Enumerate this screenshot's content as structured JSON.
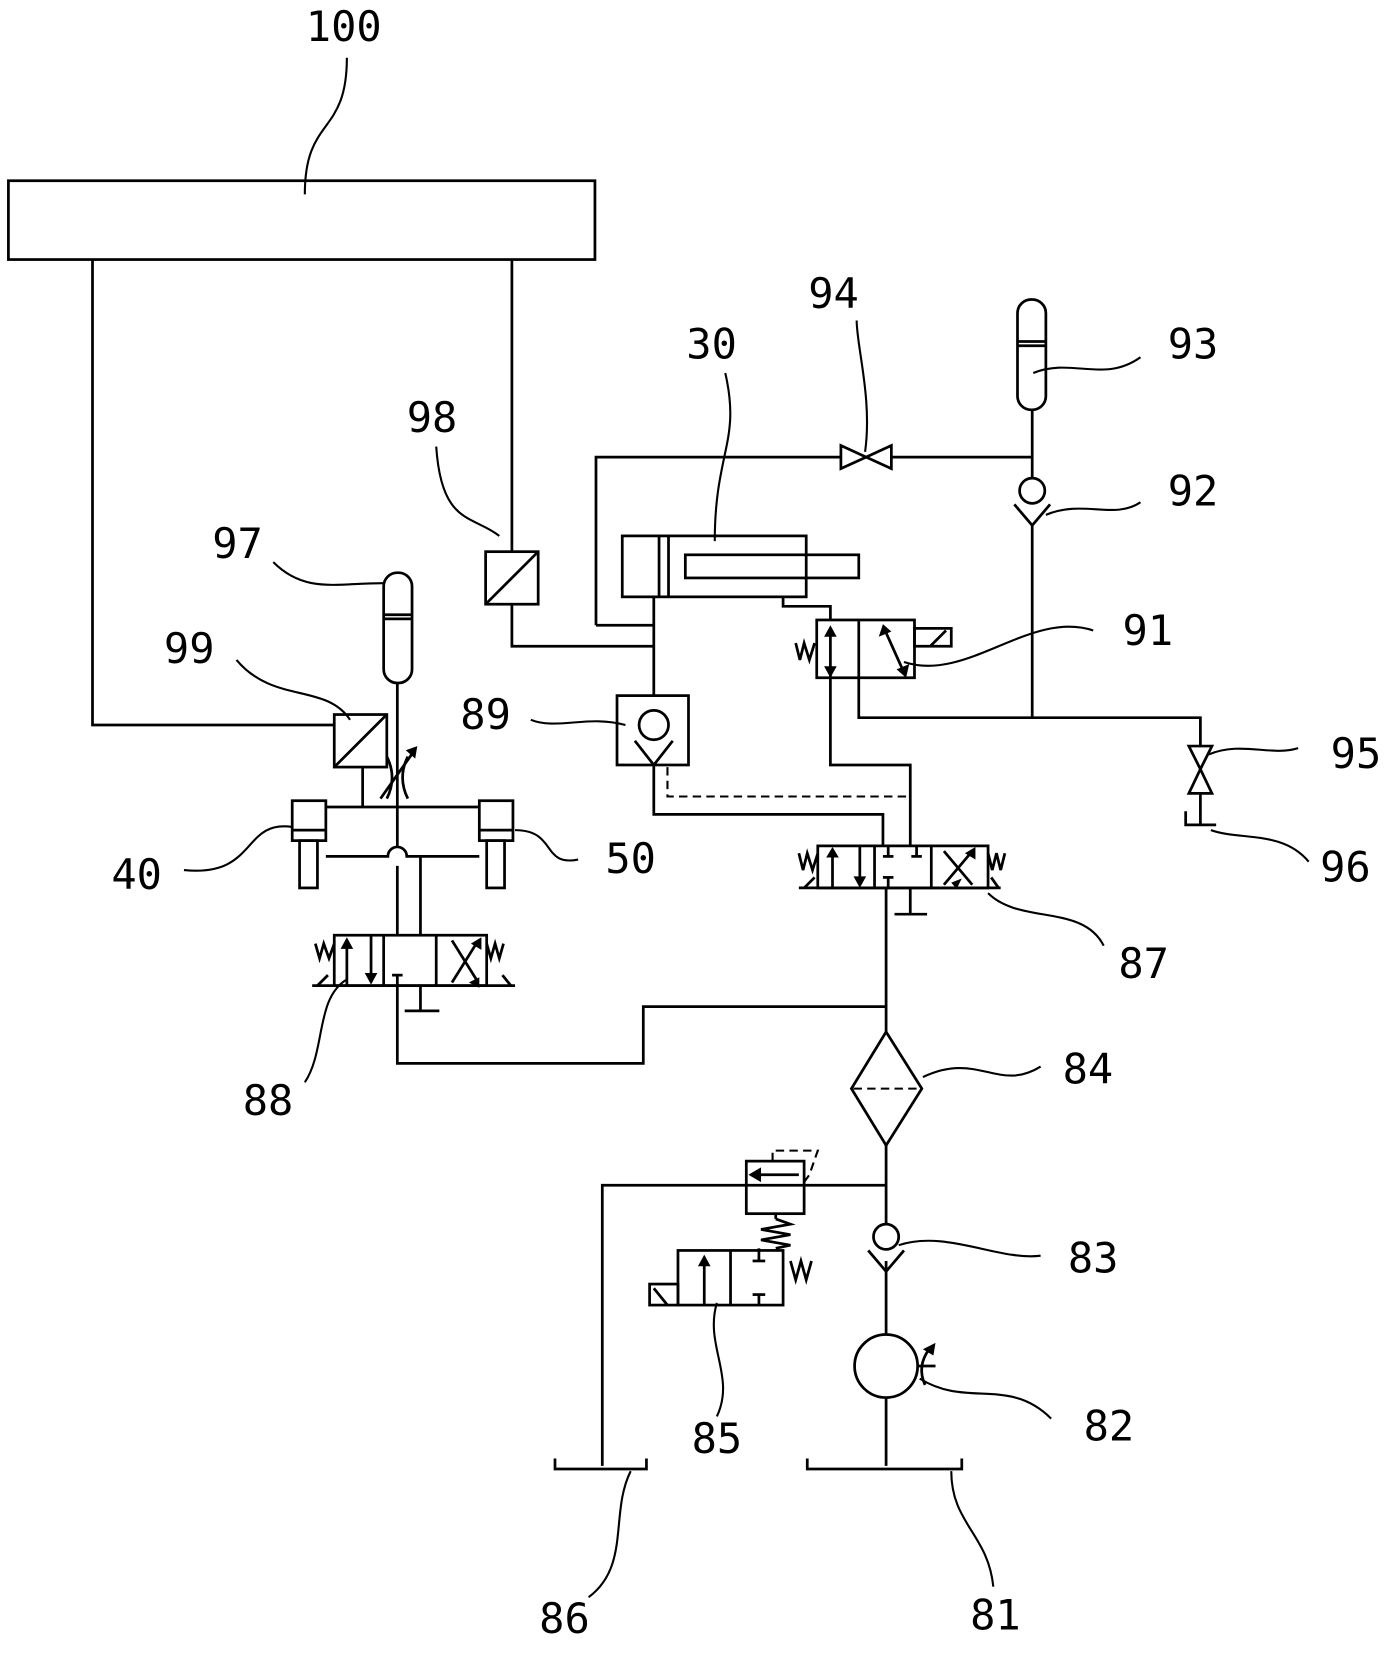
{
  "diagram": {
    "type": "hydraulic circuit schematic",
    "line_color": "#000000",
    "background": "#ffffff",
    "labels": {
      "l100": "100",
      "l30": "30",
      "l94": "94",
      "l93": "93",
      "l92": "92",
      "l98": "98",
      "l97": "97",
      "l91": "91",
      "l99": "99",
      "l89": "89",
      "l95": "95",
      "l96": "96",
      "l40": "40",
      "l50": "50",
      "l87": "87",
      "l88": "88",
      "l84": "84",
      "l83": "83",
      "l85": "85",
      "l82": "82",
      "l86": "86",
      "l81": "81"
    }
  }
}
